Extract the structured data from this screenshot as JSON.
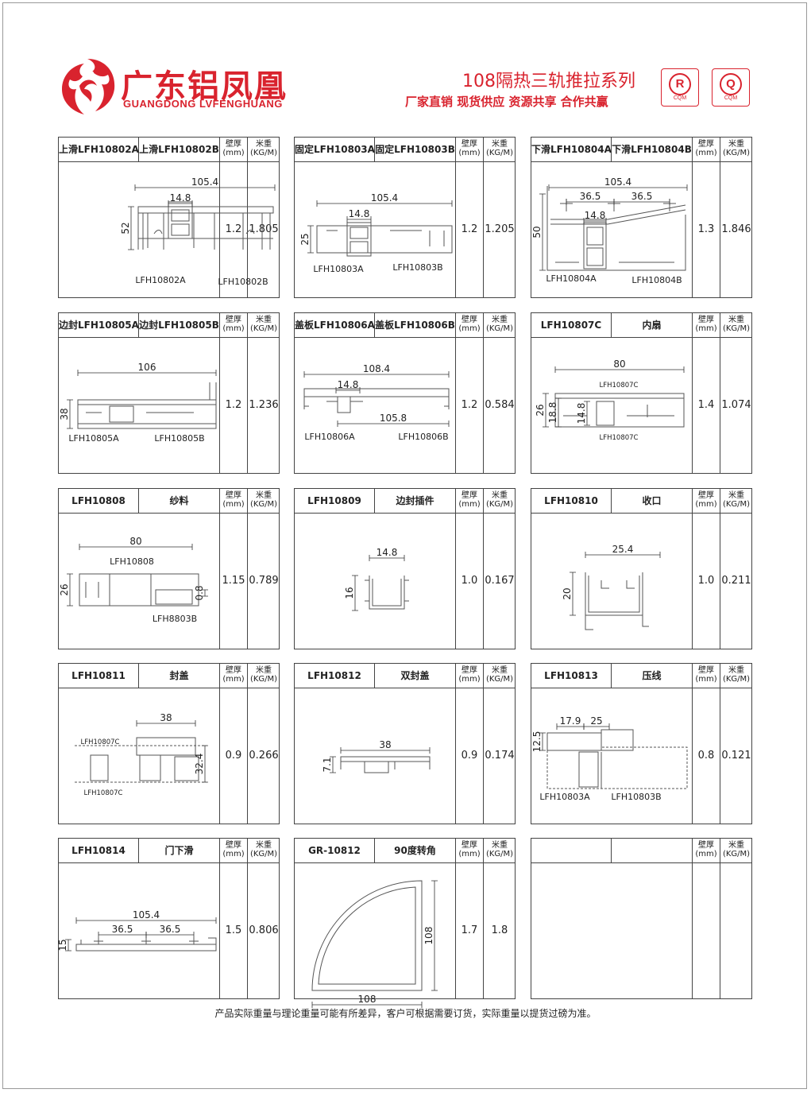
{
  "header": {
    "brand_cn": "广东铝凤凰",
    "brand_en": "GUANGDONG LVFENGHUANG",
    "series_title": "108隔热三轨推拉系列",
    "slogan": "厂家直销  现货供应  资源共享  合作共赢",
    "cert1": {
      "mark": "R",
      "label": "CQM"
    },
    "cert2": {
      "mark": "Q",
      "label": "CQM"
    },
    "brand_color": "#d9232e",
    "logo_icon": "phoenix-logo-icon"
  },
  "table_headers": {
    "thickness": "壁厚",
    "thickness_unit": "(mm)",
    "weight": "米重",
    "weight_unit": "(KG/M)"
  },
  "cards": [
    {
      "n1": "上滑LFH10802A",
      "n2": "上滑LFH10802B",
      "thickness": "1.2",
      "weight": "1.805",
      "dims": [
        "105.4",
        "14.8",
        "52"
      ],
      "labels": [
        "LFH10802A",
        "LFH10802B"
      ]
    },
    {
      "n1": "固定LFH10803A",
      "n2": "固定LFH10803B",
      "thickness": "1.2",
      "weight": "1.205",
      "dims": [
        "105.4",
        "14.8",
        "25"
      ],
      "labels": [
        "LFH10803A",
        "LFH10803B"
      ]
    },
    {
      "n1": "下滑LFH10804A",
      "n2": "下滑LFH10804B",
      "thickness": "1.3",
      "weight": "1.846",
      "dims": [
        "105.4",
        "36.5",
        "36.5",
        "14.8",
        "50"
      ],
      "labels": [
        "LFH10804A",
        "LFH10804B"
      ]
    },
    {
      "n1": "边封LFH10805A",
      "n2": "边封LFH10805B",
      "thickness": "1.2",
      "weight": "1.236",
      "dims": [
        "106",
        "38"
      ],
      "labels": [
        "LFH10805A",
        "LFH10805B"
      ]
    },
    {
      "n1": "盖板LFH10806A",
      "n2": "盖板LFH10806B",
      "thickness": "1.2",
      "weight": "0.584",
      "dims": [
        "108.4",
        "14.8",
        "105.8"
      ],
      "labels": [
        "LFH10806A",
        "LFH10806B"
      ]
    },
    {
      "n1": "LFH10807C",
      "n2": "内扇",
      "thickness": "1.4",
      "weight": "1.074",
      "dims": [
        "80",
        "26",
        "18.8",
        "14.8"
      ],
      "labels": [
        "LFH10807C",
        "LFH10807C"
      ]
    },
    {
      "n1": "LFH10808",
      "n2": "纱料",
      "thickness": "1.15",
      "weight": "0.789",
      "dims": [
        "80",
        "26",
        "0.8"
      ],
      "labels": [
        "LFH10808",
        "LFH8803B"
      ]
    },
    {
      "n1": "LFH10809",
      "n2": "边封插件",
      "thickness": "1.0",
      "weight": "0.167",
      "dims": [
        "14.8",
        "16"
      ],
      "labels": []
    },
    {
      "n1": "LFH10810",
      "n2": "收口",
      "thickness": "1.0",
      "weight": "0.211",
      "dims": [
        "25.4",
        "20"
      ],
      "labels": []
    },
    {
      "n1": "LFH10811",
      "n2": "封盖",
      "thickness": "0.9",
      "weight": "0.266",
      "dims": [
        "38",
        "32.4"
      ],
      "labels": [
        "LFH10807C",
        "LFH10807C"
      ]
    },
    {
      "n1": "LFH10812",
      "n2": "双封盖",
      "thickness": "0.9",
      "weight": "0.174",
      "dims": [
        "38",
        "7.1"
      ],
      "labels": []
    },
    {
      "n1": "LFH10813",
      "n2": "压线",
      "thickness": "0.8",
      "weight": "0.121",
      "dims": [
        "17.9",
        "25",
        "12.5"
      ],
      "labels": [
        "LFH10803A",
        "LFH10803B"
      ]
    },
    {
      "n1": "LFH10814",
      "n2": "门下滑",
      "thickness": "1.5",
      "weight": "0.806",
      "dims": [
        "105.4",
        "36.5",
        "36.5",
        "15"
      ],
      "labels": []
    },
    {
      "n1": "GR-10812",
      "n2": "90度转角",
      "thickness": "1.7",
      "weight": "1.8",
      "dims": [
        "108",
        "108"
      ],
      "labels": []
    },
    {
      "n1": "",
      "n2": "",
      "thickness": "",
      "weight": "",
      "dims": [],
      "labels": []
    }
  ],
  "footer_note": "产品实际重量与理论重量可能有所差异，客户可根据需要订货，实际重量以提货过磅为准。"
}
